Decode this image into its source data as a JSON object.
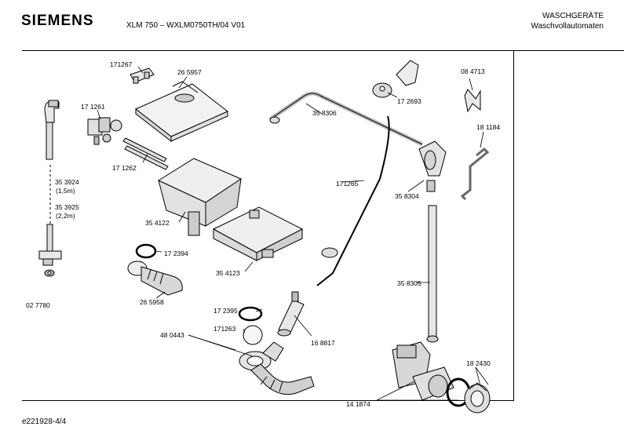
{
  "header": {
    "brand": "SIEMENS",
    "model": "XLM 750 – WXLM0750TH/04 V01",
    "category_line1": "WASCHGERÄTE",
    "category_line2": "Waschvollautomaten"
  },
  "footer": {
    "doc_id": "e221928-4/4"
  },
  "labels": {
    "p171267": "171267",
    "p265957": "26 5957",
    "p171261": "17 1261",
    "p171262": "17 1262",
    "p353924": "35 3924",
    "p353924_len": "(1,5m)",
    "p353925": "35 3925",
    "p353925_len": "(2,2m)",
    "p027780": "02 7780",
    "p354122": "35 4122",
    "p354123": "35 4123",
    "p172394": "17 2394",
    "p265958": "26 5958",
    "p172395": "17 2395",
    "p171263": "171263",
    "p480443": "48 0443",
    "p168817": "16 8817",
    "p358306": "35 8306",
    "p171265": "171265",
    "p172693": "17 2693",
    "p084713": "08 4713",
    "p181184": "18 1184",
    "p358304": "35 8304",
    "p358305": "35 8305",
    "p182430": "18 2430",
    "p141874": "14 1874"
  }
}
